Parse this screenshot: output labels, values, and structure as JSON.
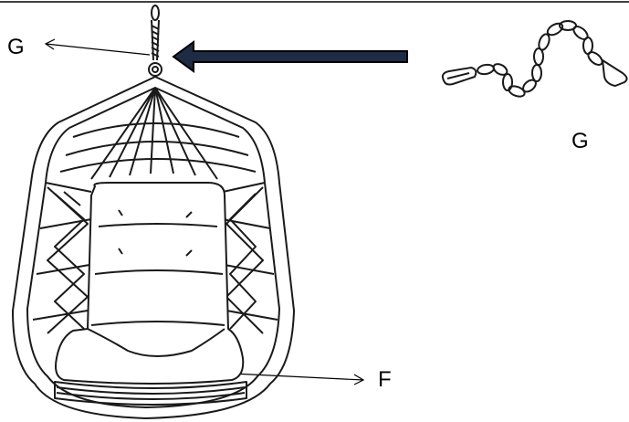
{
  "labels": {
    "hanging_chain_left": "G",
    "hanging_chain_right": "G",
    "cushion": "F"
  },
  "colors": {
    "line": "#1a1a1a",
    "arrow_fill": "#1d2b45",
    "arrow_outline": "#000000"
  },
  "parts": [
    {
      "name": "hanging-chain",
      "icon": "chain-icon"
    },
    {
      "name": "cushion",
      "icon": "cushion-icon"
    }
  ]
}
